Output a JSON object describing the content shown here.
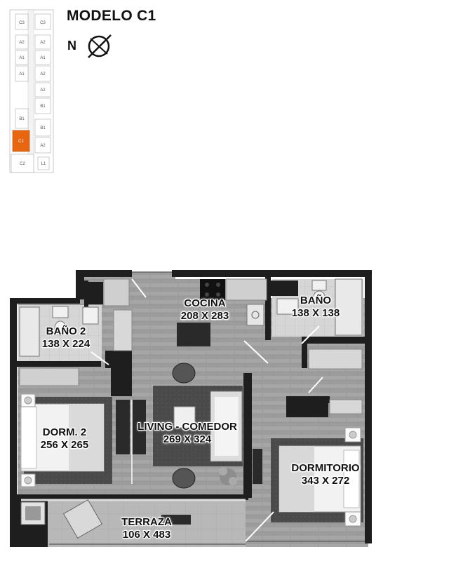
{
  "title": "MODELO C1",
  "north_label": "N",
  "colors": {
    "highlight": "#e8660f",
    "wall": "#1e1e1e",
    "floor": "#9a9a9a",
    "rug": "#4a4a4a"
  },
  "key_plan": {
    "units": [
      {
        "id": "C3",
        "label": "C3"
      },
      {
        "id": "C3b",
        "label": "C3"
      },
      {
        "id": "A2a",
        "label": "A2"
      },
      {
        "id": "A2b",
        "label": "A2"
      },
      {
        "id": "A1a",
        "label": "A1"
      },
      {
        "id": "A1b",
        "label": "A1"
      },
      {
        "id": "A1c",
        "label": "A1"
      },
      {
        "id": "A2c",
        "label": "A2"
      },
      {
        "id": "A2d",
        "label": "A2"
      },
      {
        "id": "B1a",
        "label": "B1"
      },
      {
        "id": "B1b",
        "label": "B1"
      },
      {
        "id": "B1c",
        "label": "B1"
      },
      {
        "id": "C1",
        "label": "C1"
      },
      {
        "id": "A2e",
        "label": "A2"
      },
      {
        "id": "C2",
        "label": "C2"
      },
      {
        "id": "L1",
        "label": "L1"
      }
    ],
    "highlighted": "C1"
  },
  "rooms": [
    {
      "id": "cocina",
      "name": "COCINA",
      "dims": "208 X 283"
    },
    {
      "id": "bano",
      "name": "BAÑO",
      "dims": "138 X 138"
    },
    {
      "id": "bano2",
      "name": "BAÑO 2",
      "dims": "138 X 224"
    },
    {
      "id": "dorm2",
      "name": "DORM. 2",
      "dims": "256 X 265"
    },
    {
      "id": "living",
      "name": "LIVING - COMEDOR",
      "dims": "269 X 324"
    },
    {
      "id": "dormitorio",
      "name": "DORMITORIO",
      "dims": "343 X 272"
    },
    {
      "id": "terraza",
      "name": "TERRAZA",
      "dims": "106 X 483"
    }
  ]
}
